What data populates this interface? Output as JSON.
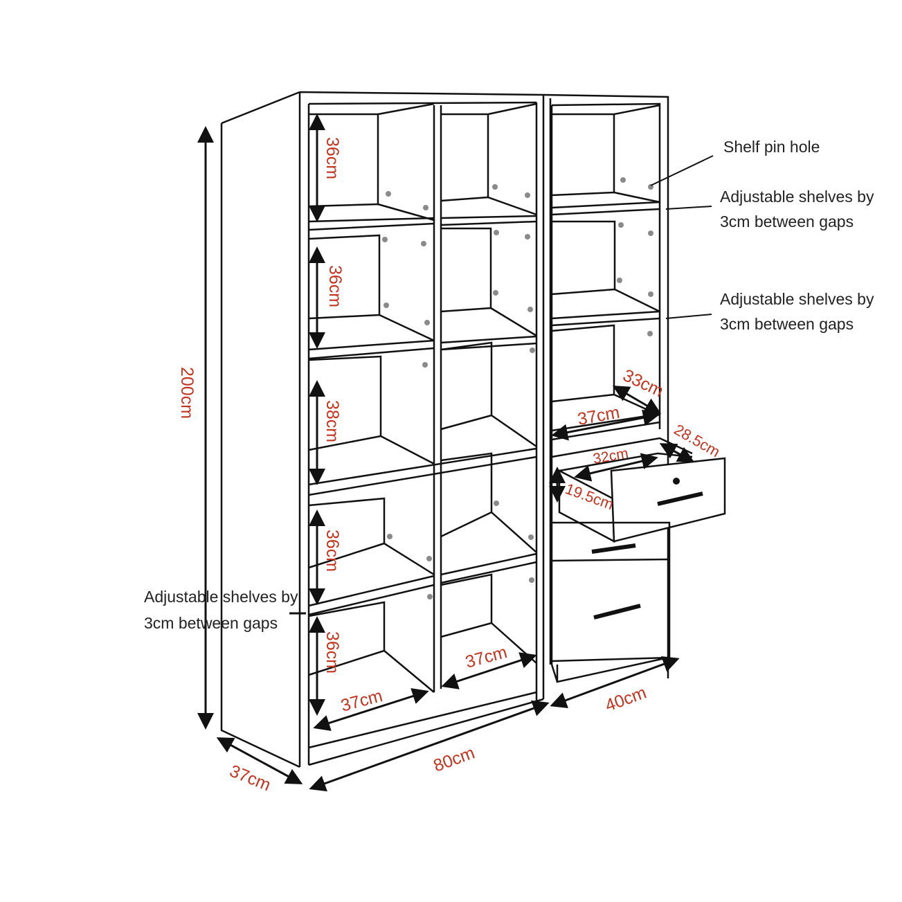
{
  "dimensions": {
    "height_total": "200cm",
    "depth_side": "37cm",
    "width_main": "80cm",
    "width_drawer_unit": "40cm",
    "cell_heights": [
      "36cm",
      "36cm",
      "38cm",
      "36cm",
      "36cm"
    ],
    "cell_width_left": "37cm",
    "cell_width_right": "37cm",
    "drawer_unit_shelf_width": "37cm",
    "drawer_unit_shelf_depth": "33cm",
    "drawer_width": "32cm",
    "drawer_depth": "28.5cm",
    "drawer_height": "19.5cm"
  },
  "annotations": {
    "shelf_pin_hole": "Shelf pin hole",
    "adjustable_1": [
      "Adjustable shelves by",
      "3cm between gaps"
    ],
    "adjustable_2": [
      "Adjustable shelves by",
      "3cm between gaps"
    ],
    "adjustable_3": [
      "Adjustable shelves by",
      "3cm between gaps"
    ]
  },
  "colors": {
    "dimension_text": "#c4341f",
    "line": "#111111",
    "pin_hole": "#8a8a8a"
  }
}
